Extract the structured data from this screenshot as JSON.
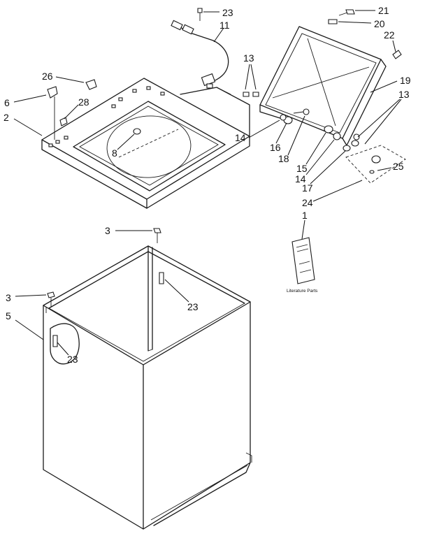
{
  "callouts": {
    "c23a": "23",
    "c11": "11",
    "c21": "21",
    "c20": "20",
    "c22": "22",
    "c13a": "13",
    "c19": "19",
    "c26": "26",
    "c6": "6",
    "c28": "28",
    "c2": "2",
    "c13b": "13",
    "c14a": "14",
    "c16": "16",
    "c18": "18",
    "c8": "8",
    "c15": "15",
    "c14b": "14",
    "c17": "17",
    "c25": "25",
    "c24": "24",
    "c1": "1",
    "c3a": "3",
    "c23b": "23",
    "c3b": "3",
    "c5": "5",
    "c23c": "23"
  },
  "literature_caption": "Literature Parts"
}
